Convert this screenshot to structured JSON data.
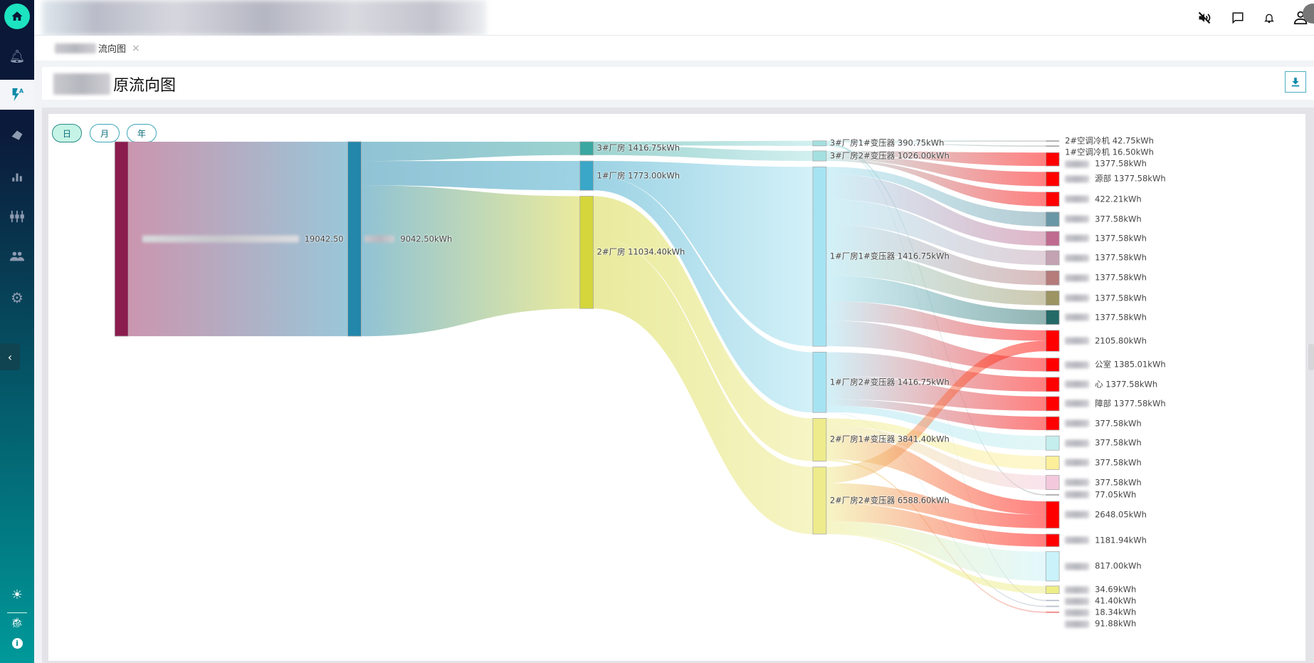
{
  "tab": {
    "label": "流向图",
    "close": "×"
  },
  "page": {
    "title": "原流向图"
  },
  "period_buttons": [
    "日",
    "月",
    "年"
  ],
  "colors": {
    "accent": "#1ce3c0",
    "brand": "#0b8aa8",
    "alarm": "#ff0000"
  },
  "icons": {
    "top": [
      "mute-icon",
      "message-icon",
      "bell-icon",
      "user-icon"
    ],
    "download": "download-icon"
  },
  "chart_data": {
    "type": "sankey",
    "title": "原流向图",
    "unit": "kWh",
    "nodes": [
      {
        "id": "n0",
        "label": "19042.50",
        "value": 19042.5,
        "layer": 0,
        "color": "#8b1c4e"
      },
      {
        "id": "n1",
        "label": "9042.50kWh",
        "value": 19042.5,
        "layer": 1,
        "color": "#2287aa"
      },
      {
        "id": "f3",
        "label": "3#厂房 1416.75kWh",
        "value": 1416.75,
        "layer": 2,
        "color": "#3aa7a0"
      },
      {
        "id": "f1",
        "label": "1#厂房 1773.00kWh",
        "value": 1773.0,
        "layer": 2,
        "color": "#3aa6c8"
      },
      {
        "id": "f2",
        "label": "2#厂房 11034.40kWh",
        "value": 11034.4,
        "layer": 2,
        "color": "#d4d63c"
      },
      {
        "id": "t31",
        "label": "3#厂房1#变压器 390.75kWh",
        "value": 390.75,
        "layer": 3,
        "color": "#a4e0e0"
      },
      {
        "id": "t32",
        "label": "3#厂房2#变压器 1026.00kWh",
        "value": 1026.0,
        "layer": 3,
        "color": "#a4e0e0"
      },
      {
        "id": "t11",
        "label": "1#厂房1#变压器 1416.75kWh",
        "value": 1416.75,
        "layer": 3,
        "color": "#a6e3f2"
      },
      {
        "id": "t12",
        "label": "1#厂房2#变压器 1416.75kWh",
        "value": 1416.75,
        "layer": 3,
        "color": "#a6e3f2"
      },
      {
        "id": "t21",
        "label": "2#厂房1#变压器 3841.40kWh",
        "value": 3841.4,
        "layer": 3,
        "color": "#eeeb8c"
      },
      {
        "id": "t22",
        "label": "2#厂房2#变压器 6588.60kWh",
        "value": 6588.6,
        "layer": 3,
        "color": "#eeeb8c"
      },
      {
        "id": "e0",
        "label": "2#空调冷机 42.75kWh",
        "value": 42.75,
        "layer": 4,
        "color": "#aaaaaa",
        "redacted": false
      },
      {
        "id": "e1",
        "label": "1#空调冷机 16.50kWh",
        "value": 16.5,
        "layer": 4,
        "color": "#aaaaaa",
        "redacted": false
      },
      {
        "id": "e2",
        "label": "1377.58kWh",
        "value": 1377.58,
        "layer": 4,
        "color": "#ff0000",
        "redacted": true
      },
      {
        "id": "e3",
        "label": "源部 1377.58kWh",
        "value": 1377.58,
        "layer": 4,
        "color": "#ff0000",
        "redacted": true
      },
      {
        "id": "e4",
        "label": "422.21kWh",
        "value": 422.21,
        "layer": 4,
        "color": "#ff0000",
        "redacted": true
      },
      {
        "id": "e5",
        "label": "377.58kWh",
        "value": 377.58,
        "layer": 4,
        "color": "#6a97a6",
        "redacted": true
      },
      {
        "id": "e6",
        "label": "1377.58kWh",
        "value": 1377.58,
        "layer": 4,
        "color": "#bf6b8f",
        "redacted": true
      },
      {
        "id": "e7",
        "label": "1377.58kWh",
        "value": 1377.58,
        "layer": 4,
        "color": "#c3a2b2",
        "redacted": true
      },
      {
        "id": "e8",
        "label": "1377.58kWh",
        "value": 1377.58,
        "layer": 4,
        "color": "#b57b7b",
        "redacted": true
      },
      {
        "id": "e9",
        "label": "1377.58kWh",
        "value": 1377.58,
        "layer": 4,
        "color": "#9c9462",
        "redacted": true
      },
      {
        "id": "e10",
        "label": "1377.58kWh",
        "value": 1377.58,
        "layer": 4,
        "color": "#236a67",
        "redacted": true
      },
      {
        "id": "e11",
        "label": "2105.80kWh",
        "value": 2105.8,
        "layer": 4,
        "color": "#ff0000",
        "redacted": true
      },
      {
        "id": "e12",
        "label": "公室 1385.01kWh",
        "value": 1385.01,
        "layer": 4,
        "color": "#ff0000",
        "redacted": true
      },
      {
        "id": "e13",
        "label": "心 1377.58kWh",
        "value": 1377.58,
        "layer": 4,
        "color": "#ff0000",
        "redacted": true
      },
      {
        "id": "e14",
        "label": "障部 1377.58kWh",
        "value": 1377.58,
        "layer": 4,
        "color": "#ff0000",
        "redacted": true
      },
      {
        "id": "e15",
        "label": "377.58kWh",
        "value": 377.58,
        "layer": 4,
        "color": "#ff0000",
        "redacted": true
      },
      {
        "id": "e16",
        "label": "377.58kWh",
        "value": 377.58,
        "layer": 4,
        "color": "#c4eeee",
        "redacted": true
      },
      {
        "id": "e17",
        "label": "377.58kWh",
        "value": 377.58,
        "layer": 4,
        "color": "#fdef99",
        "redacted": true
      },
      {
        "id": "e18",
        "label": "377.58kWh",
        "value": 377.58,
        "layer": 4,
        "color": "#f3c8dc",
        "redacted": true
      },
      {
        "id": "e19",
        "label": "77.05kWh",
        "value": 77.05,
        "layer": 4,
        "color": "#aaaaaa",
        "redacted": true
      },
      {
        "id": "e20",
        "label": "2648.05kWh",
        "value": 2648.05,
        "layer": 4,
        "color": "#ff0000",
        "redacted": true
      },
      {
        "id": "e21",
        "label": "1181.94kWh",
        "value": 1181.94,
        "layer": 4,
        "color": "#ff0000",
        "redacted": true
      },
      {
        "id": "e22",
        "label": "817.00kWh",
        "value": 817.0,
        "layer": 4,
        "color": "#c9f2fa",
        "redacted": true
      },
      {
        "id": "e23",
        "label": "34.69kWh",
        "value": 34.69,
        "layer": 4,
        "color": "#eeee88",
        "redacted": true
      },
      {
        "id": "e24",
        "label": "41.40kWh",
        "value": 41.4,
        "layer": 4,
        "color": "#b8c0cc",
        "redacted": true
      },
      {
        "id": "e25",
        "label": "18.34kWh",
        "value": 18.34,
        "layer": 4,
        "color": "#b8c0cc",
        "redacted": true
      },
      {
        "id": "e26",
        "label": "91.88kWh",
        "value": 91.88,
        "layer": 4,
        "color": "#f08080",
        "redacted": true
      }
    ],
    "links": [
      {
        "source": "n0",
        "target": "n1",
        "value": 19042.5
      },
      {
        "source": "n1",
        "target": "f3",
        "value": 1416.75
      },
      {
        "source": "n1",
        "target": "f1",
        "value": 1773.0
      },
      {
        "source": "n1",
        "target": "f2",
        "value": 11034.4
      },
      {
        "source": "f3",
        "target": "t31",
        "value": 390.75
      },
      {
        "source": "f3",
        "target": "t32",
        "value": 1026.0
      },
      {
        "source": "f1",
        "target": "t11",
        "value": 1416.75
      },
      {
        "source": "f1",
        "target": "t12",
        "value": 1416.75
      },
      {
        "source": "f2",
        "target": "t21",
        "value": 3841.4
      },
      {
        "source": "f2",
        "target": "t22",
        "value": 6588.6
      },
      {
        "source": "t31",
        "target": "e0",
        "value": 42.75
      },
      {
        "source": "t31",
        "target": "e1",
        "value": 16.5
      },
      {
        "source": "t31",
        "target": "e24",
        "value": 41.4
      },
      {
        "source": "t31",
        "target": "e19",
        "value": 77.05
      },
      {
        "source": "t32",
        "target": "e2",
        "value": 1377.58
      },
      {
        "source": "t32",
        "target": "e3",
        "value": 1377.58
      },
      {
        "source": "t32",
        "target": "e4",
        "value": 422.21
      },
      {
        "source": "t11",
        "target": "e5",
        "value": 377.58
      },
      {
        "source": "t11",
        "target": "e6",
        "value": 1377.58
      },
      {
        "source": "t11",
        "target": "e7",
        "value": 1377.58
      },
      {
        "source": "t11",
        "target": "e8",
        "value": 1377.58
      },
      {
        "source": "t11",
        "target": "e9",
        "value": 1377.58
      },
      {
        "source": "t11",
        "target": "e10",
        "value": 1377.58
      },
      {
        "source": "t11",
        "target": "e11",
        "value": 1052.9
      },
      {
        "source": "t11",
        "target": "e12",
        "value": 1385.01
      },
      {
        "source": "t12",
        "target": "e13",
        "value": 1377.58
      },
      {
        "source": "t12",
        "target": "e14",
        "value": 1377.58
      },
      {
        "source": "t12",
        "target": "e15",
        "value": 377.58
      },
      {
        "source": "t12",
        "target": "e16",
        "value": 377.58
      },
      {
        "source": "t12",
        "target": "e25",
        "value": 18.34
      },
      {
        "source": "t21",
        "target": "e17",
        "value": 377.58
      },
      {
        "source": "t21",
        "target": "e18",
        "value": 377.58
      },
      {
        "source": "t21",
        "target": "e20",
        "value": 1324.02
      },
      {
        "source": "t21",
        "target": "e26",
        "value": 91.88
      },
      {
        "source": "t22",
        "target": "e11",
        "value": 1052.9
      },
      {
        "source": "t22",
        "target": "e20",
        "value": 1324.03
      },
      {
        "source": "t22",
        "target": "e21",
        "value": 1181.94
      },
      {
        "source": "t22",
        "target": "e22",
        "value": 817.0
      },
      {
        "source": "t22",
        "target": "e23",
        "value": 34.69
      }
    ]
  }
}
